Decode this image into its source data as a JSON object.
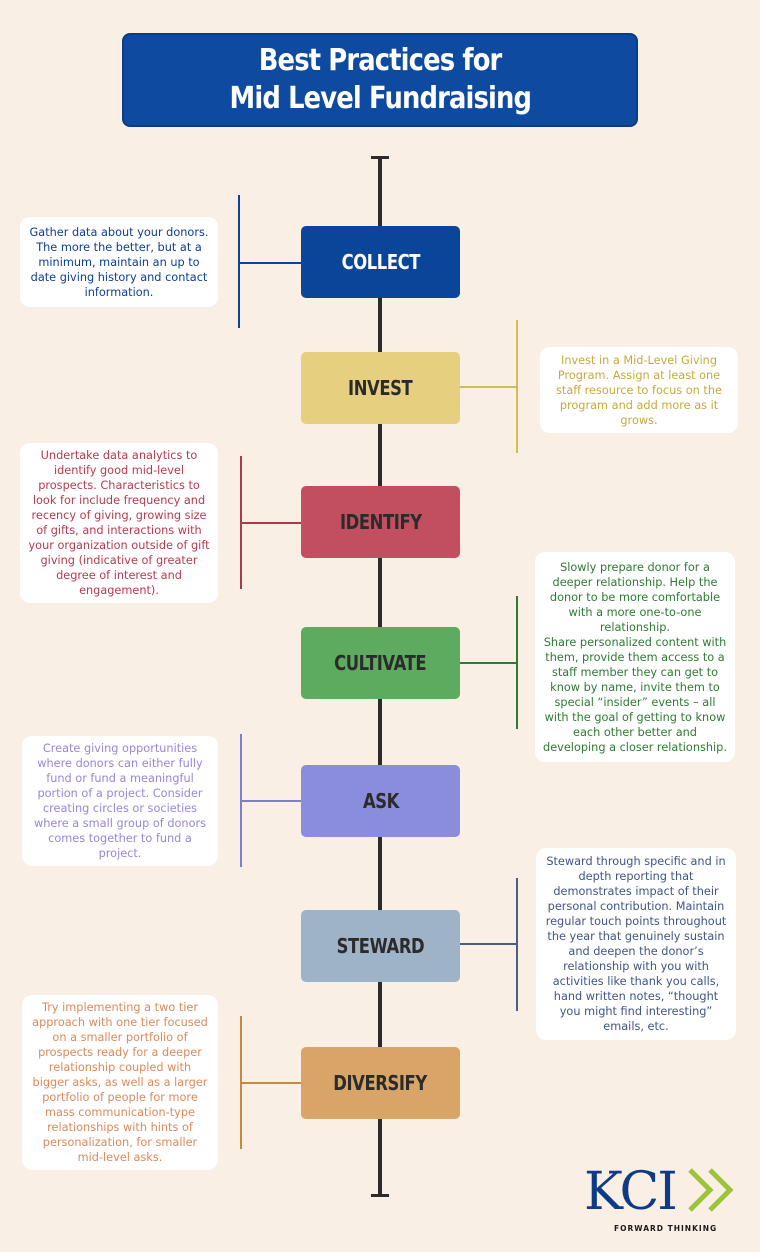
{
  "title": {
    "line1": "Best Practices for",
    "line2": "Mid Level Fundraising"
  },
  "colors": {
    "background": "#faefe5",
    "title_bg": "#0d4aa0",
    "collect": "#0b459a",
    "invest": "#e6d07f",
    "identify": "#c24f5f",
    "cultivate": "#5cab5e",
    "ask": "#8a8ddb",
    "steward": "#9fb3c8",
    "diversify": "#d8a468"
  },
  "steps": [
    {
      "label": "COLLECT",
      "description": "Gather data about your donors. The more the better, but at a minimum, maintain an up to date giving history and contact information."
    },
    {
      "label": "INVEST",
      "description": "Invest in a Mid-Level Giving Program. Assign at least one staff resource to focus on the program and add more as it grows."
    },
    {
      "label": "IDENTIFY",
      "description": "Undertake data analytics to identify good mid-level prospects.  Characteristics to look for include frequency and recency of giving, growing size of gifts, and interactions with your organization outside of gift giving (indicative of greater degree of interest and engagement)."
    },
    {
      "label": "CULTIVATE",
      "description": "Slowly prepare donor for a deeper relationship.  Help the donor to be more comfortable with a more one-to-one relationship.\nShare personalized content with them, provide them access to a staff member they can get to know by name, invite them to special “insider” events – all with the goal of getting to know each other better and developing a closer relationship."
    },
    {
      "label": "ASK",
      "description": "Create giving opportunities where donors can either fully fund or fund a meaningful portion of a project.  Consider creating circles or societies where a small group of donors comes together to fund a project."
    },
    {
      "label": "STEWARD",
      "description": "Steward through specific and in depth reporting that demonstrates impact of their personal contribution.  Maintain regular touch points throughout the year that genuinely sustain and deepen the donor’s relationship with you with activities like thank you calls, hand written notes, “thought you might find interesting” emails, etc."
    },
    {
      "label": "DIVERSIFY",
      "description": "Try implementing a two tier approach with one tier focused on a smaller portfolio of prospects ready for a deeper relationship coupled with bigger asks, as well as a larger portfolio of people for more mass communication-type relationships with hints of personalization, for smaller mid-level asks."
    }
  ],
  "logo": {
    "text": "KCI",
    "tagline": "FORWARD THINKING"
  }
}
